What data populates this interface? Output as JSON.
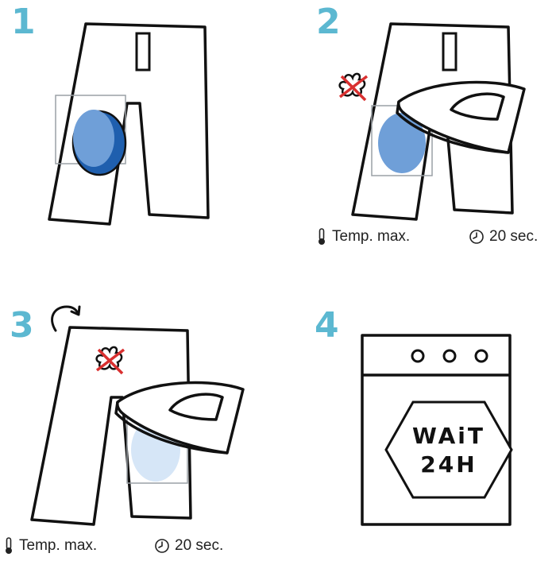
{
  "steps": [
    {
      "number": "1"
    },
    {
      "number": "2",
      "temp_label": "Temp. max.",
      "time_label": "20 sec."
    },
    {
      "number": "3",
      "temp_label": "Temp. max.",
      "time_label": "20 sec."
    },
    {
      "number": "4",
      "sign_line1": "WAiT",
      "sign_line2": "24H"
    }
  ],
  "icons": {
    "thermometer": "thermometer-icon",
    "clock": "clock-icon",
    "no_steam": "no-steam-icon",
    "rotate": "rotate-arrow-icon",
    "iron": "iron-icon"
  },
  "colors": {
    "step_number": "#5cb8d1",
    "patch_dark": "#1f5fae",
    "patch_mid": "#6f9fd8",
    "patch_light": "#d6e6f7",
    "outline": "#111111",
    "no_steam_cross": "#d93030"
  }
}
